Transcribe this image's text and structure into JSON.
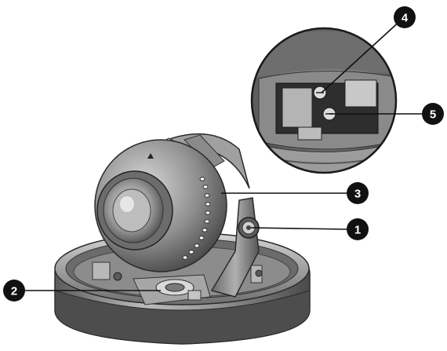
{
  "callouts": [
    {
      "id": "callout-1",
      "label": "1"
    },
    {
      "id": "callout-2",
      "label": "2"
    },
    {
      "id": "callout-3",
      "label": "3"
    },
    {
      "id": "callout-4",
      "label": "4"
    },
    {
      "id": "callout-5",
      "label": "5"
    }
  ],
  "colors": {
    "callout_fill": "#111111",
    "callout_text": "#ffffff",
    "leader_line": "#111111",
    "metal_dark": "#3a3a3a",
    "metal_mid": "#7d7d7d",
    "metal_light": "#c9c9c9"
  }
}
